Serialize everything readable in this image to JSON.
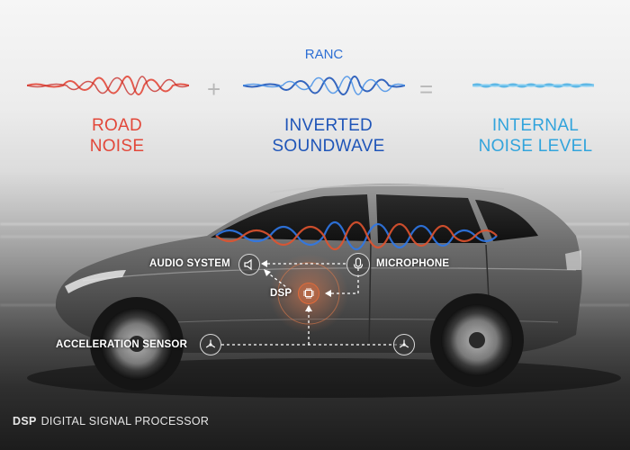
{
  "top_row": {
    "ranc_label": "RANC",
    "road": {
      "line1": "ROAD",
      "line2": "NOISE"
    },
    "inverted": {
      "line1": "INVERTED",
      "line2": "SOUNDWAVE"
    },
    "internal": {
      "line1": "INTERNAL",
      "line2": "NOISE LEVEL"
    },
    "plus_symbol": "+",
    "equals_symbol": "="
  },
  "components": {
    "audio_system": "AUDIO SYSTEM",
    "microphone": "MICROPHONE",
    "dsp": "DSP",
    "acceleration_sensor": "ACCELERATION SENSOR"
  },
  "footer": {
    "abbr": "DSP",
    "text": "DIGITAL SIGNAL PROCESSOR"
  },
  "colors": {
    "road_noise": "#e2483a",
    "inverted_wave": "#1f55b8",
    "internal_noise": "#32a4dc",
    "dsp_accent": "#e06a3a"
  },
  "icons": {
    "road_wave": "red-waveform-icon",
    "inverted_wave": "blue-waveform-icon",
    "flat_wave": "flat-waveform-icon",
    "speaker": "speaker-icon",
    "microphone": "microphone-icon",
    "chip": "chip-icon",
    "sensor": "sensor-icon"
  }
}
